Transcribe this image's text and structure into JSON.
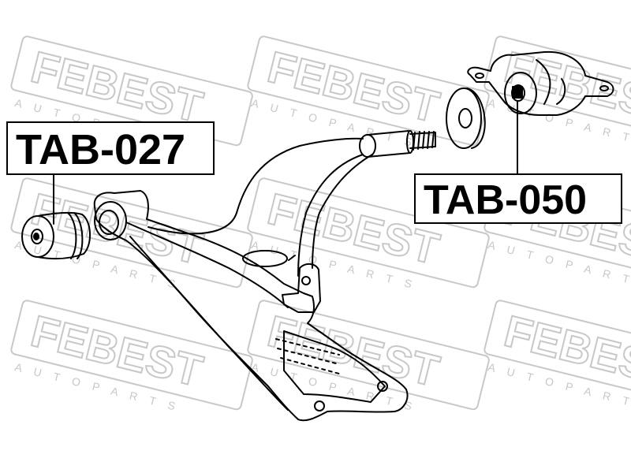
{
  "watermark": {
    "brand": "FEBEST",
    "tagline": "A U T O   P A R T S",
    "color": "#c8c8c8"
  },
  "callouts": [
    {
      "label": "TAB-027",
      "part": "bushing"
    },
    {
      "label": "TAB-050",
      "part": "bracket-bushing"
    }
  ],
  "colors": {
    "line": "#000000",
    "background": "#ffffff"
  }
}
